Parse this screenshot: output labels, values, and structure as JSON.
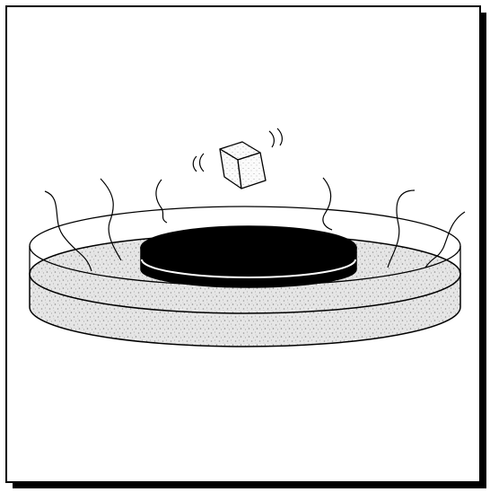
{
  "figure": {
    "kind": "levitation-illustration",
    "colors": {
      "background": "#ffffff",
      "outline": "#000000",
      "frame_shadow": "#000000",
      "speckle_fill": "#e6e6e6",
      "speckle_dots": "#9a9a9a",
      "superconductor_disk": "#000000",
      "magnet_cube": "#f2f2f2"
    },
    "parts": [
      "frame",
      "cooling-dish",
      "vapor-wisps",
      "superconductor-disk",
      "levitating-magnet-cube",
      "motion-marks"
    ]
  }
}
